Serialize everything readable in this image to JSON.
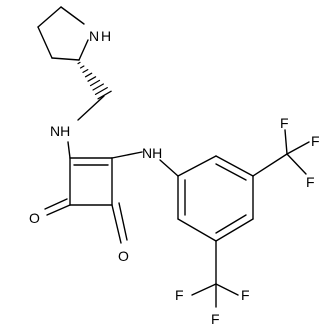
{
  "molecule": {
    "atoms": {
      "pyrrolidine_n": "N",
      "pyrrolidine_h": "H",
      "linker_nh": "NH",
      "aryl_nh": "NH",
      "oxo_left": "O",
      "oxo_right": "O",
      "cf3_top_c_f1": "F",
      "cf3_top_c_f2": "F",
      "cf3_top_c_f3": "F",
      "cf3_bottom_c_f1": "F",
      "cf3_bottom_c_f2": "F",
      "cf3_bottom_c_f3": "F"
    }
  },
  "colors": {
    "bond": "#000000",
    "label": "#000000",
    "background": "#ffffff"
  }
}
